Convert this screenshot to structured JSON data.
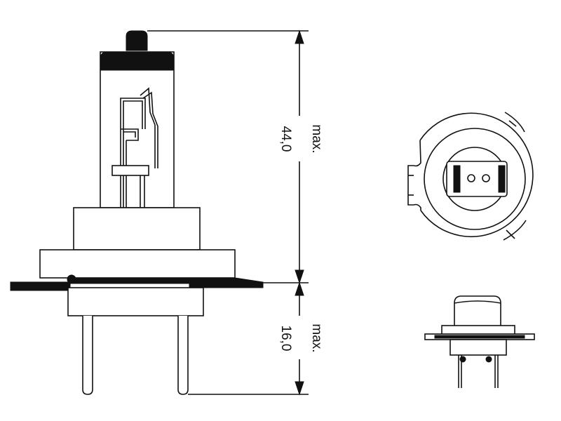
{
  "dimensions": {
    "height_label": "max.",
    "height_value": "44,0",
    "pin_label": "max.",
    "pin_value": "16,0"
  },
  "colors": {
    "line": "#111111",
    "background": "#ffffff"
  }
}
